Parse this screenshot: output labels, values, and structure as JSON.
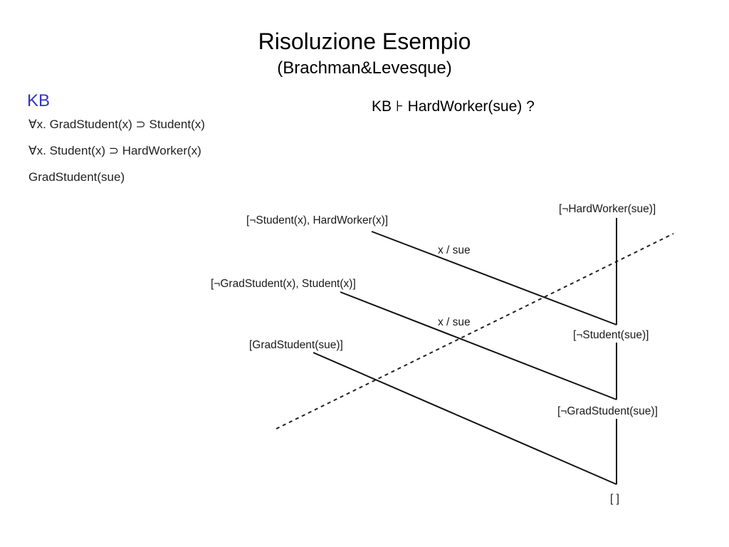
{
  "title": "Risoluzione Esempio",
  "subtitle": "(Brachman&Levesque)",
  "kb": {
    "label": "KB",
    "label_color": "#3333cc",
    "axioms": [
      "∀x. GradStudent(x) ⊃ Student(x)",
      "∀x. Student(x) ⊃ HardWorker(x)",
      "GradStudent(sue)"
    ]
  },
  "query": "KB ⊦ HardWorker(sue) ?",
  "clauses": {
    "kb_clause_1": "[¬Student(x), HardWorker(x)]",
    "kb_clause_2": "[¬GradStudent(x), Student(x)]",
    "kb_clause_3": "[GradStudent(sue)]",
    "negated_goal": "[¬HardWorker(sue)]",
    "resolvent_1": "[¬Student(sue)]",
    "resolvent_2": "[¬GradStudent(sue)]",
    "empty_clause": "[ ]"
  },
  "substitutions": {
    "sub_1": "x / sue",
    "sub_2": "x / sue"
  }
}
